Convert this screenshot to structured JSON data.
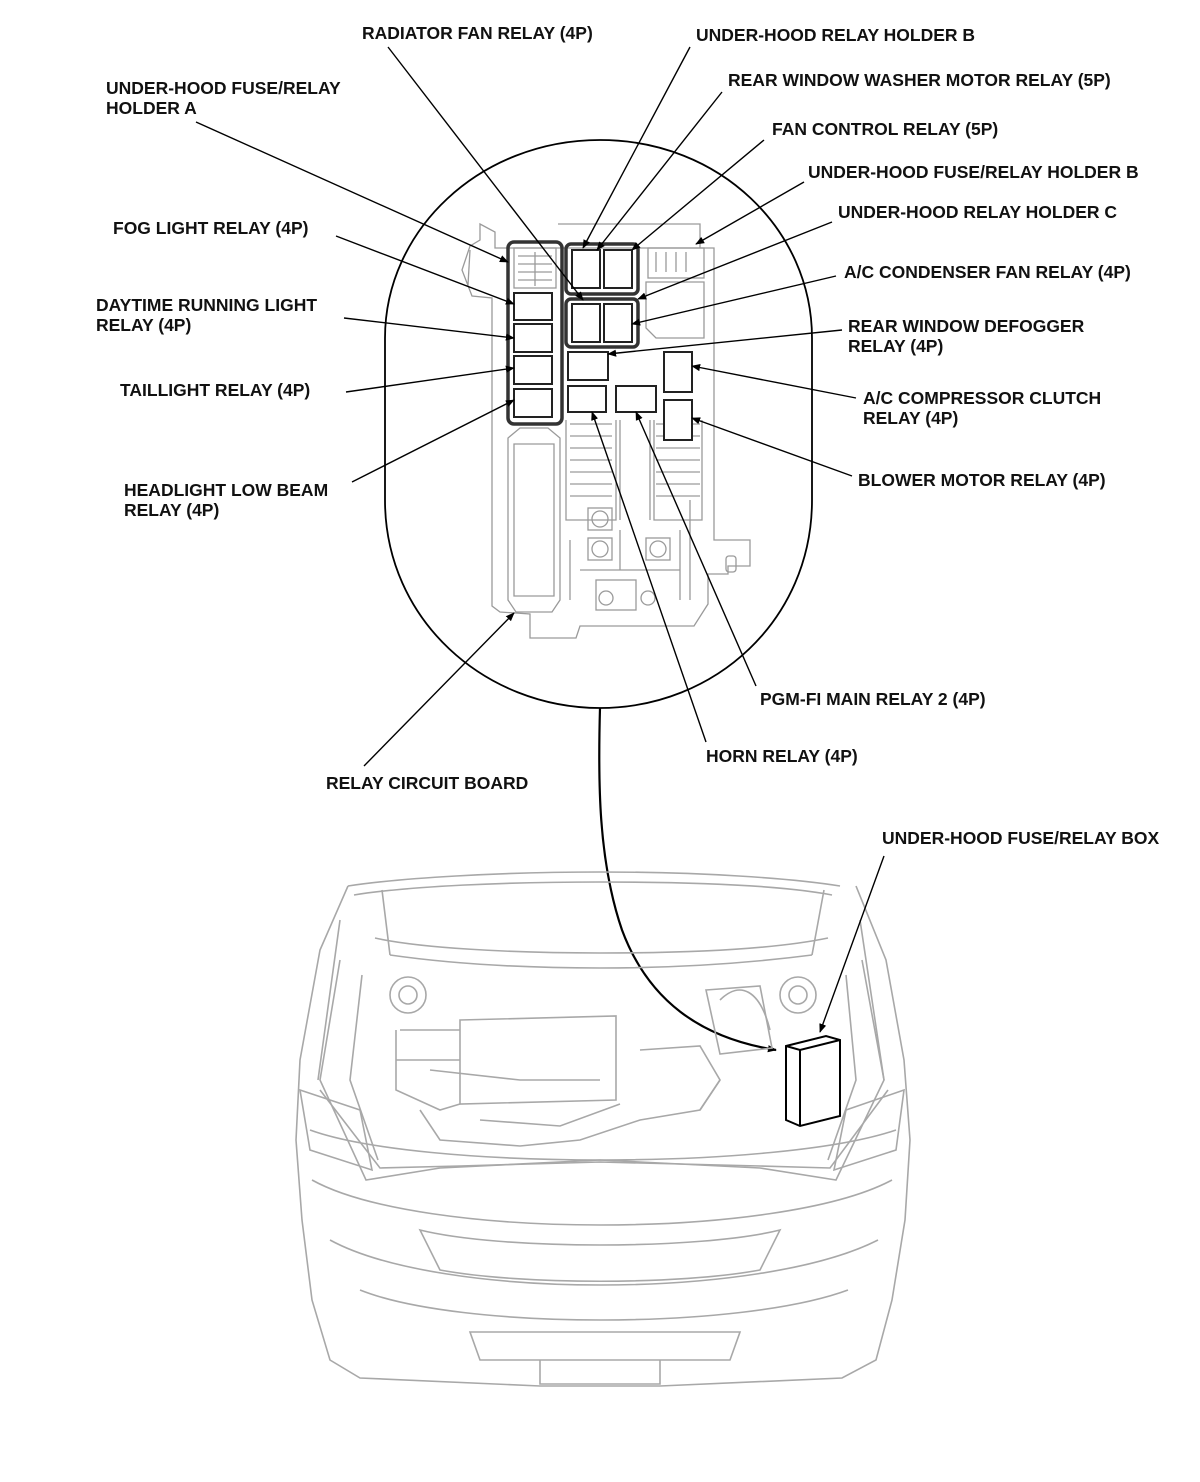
{
  "labels": {
    "radiator_fan_relay": "RADIATOR FAN RELAY (4P)",
    "under_hood_relay_holder_b": "UNDER-HOOD RELAY HOLDER B",
    "under_hood_fuse_relay_holder_a": [
      "UNDER-HOOD FUSE/RELAY",
      "HOLDER A"
    ],
    "rear_window_washer_motor_relay": "REAR WINDOW WASHER MOTOR RELAY (5P)",
    "fan_control_relay": "FAN CONTROL RELAY (5P)",
    "under_hood_fuse_relay_holder_b": "UNDER-HOOD FUSE/RELAY HOLDER B",
    "under_hood_relay_holder_c": "UNDER-HOOD RELAY HOLDER C",
    "fog_light_relay": "FOG LIGHT RELAY (4P)",
    "ac_condenser_fan_relay": "A/C CONDENSER FAN RELAY (4P)",
    "daytime_running_light_relay": [
      "DAYTIME RUNNING LIGHT",
      "RELAY (4P)"
    ],
    "rear_window_defogger_relay": [
      "REAR WINDOW DEFOGGER",
      "RELAY (4P)"
    ],
    "taillight_relay": "TAILLIGHT RELAY (4P)",
    "ac_compressor_clutch_relay": [
      "A/C COMPRESSOR CLUTCH",
      "RELAY (4P)"
    ],
    "headlight_low_beam_relay": [
      "HEADLIGHT LOW BEAM",
      "RELAY (4P)"
    ],
    "blower_motor_relay": "BLOWER MOTOR RELAY (4P)",
    "pgm_fi_main_relay_2": "PGM-FI MAIN RELAY 2 (4P)",
    "horn_relay": "HORN RELAY (4P)",
    "relay_circuit_board": "RELAY CIRCUIT BOARD",
    "under_hood_fuse_relay_box": "UNDER-HOOD FUSE/RELAY BOX"
  },
  "colors": {
    "line": "#000000",
    "drawing": "#9a9a9a",
    "text": "#111111"
  }
}
